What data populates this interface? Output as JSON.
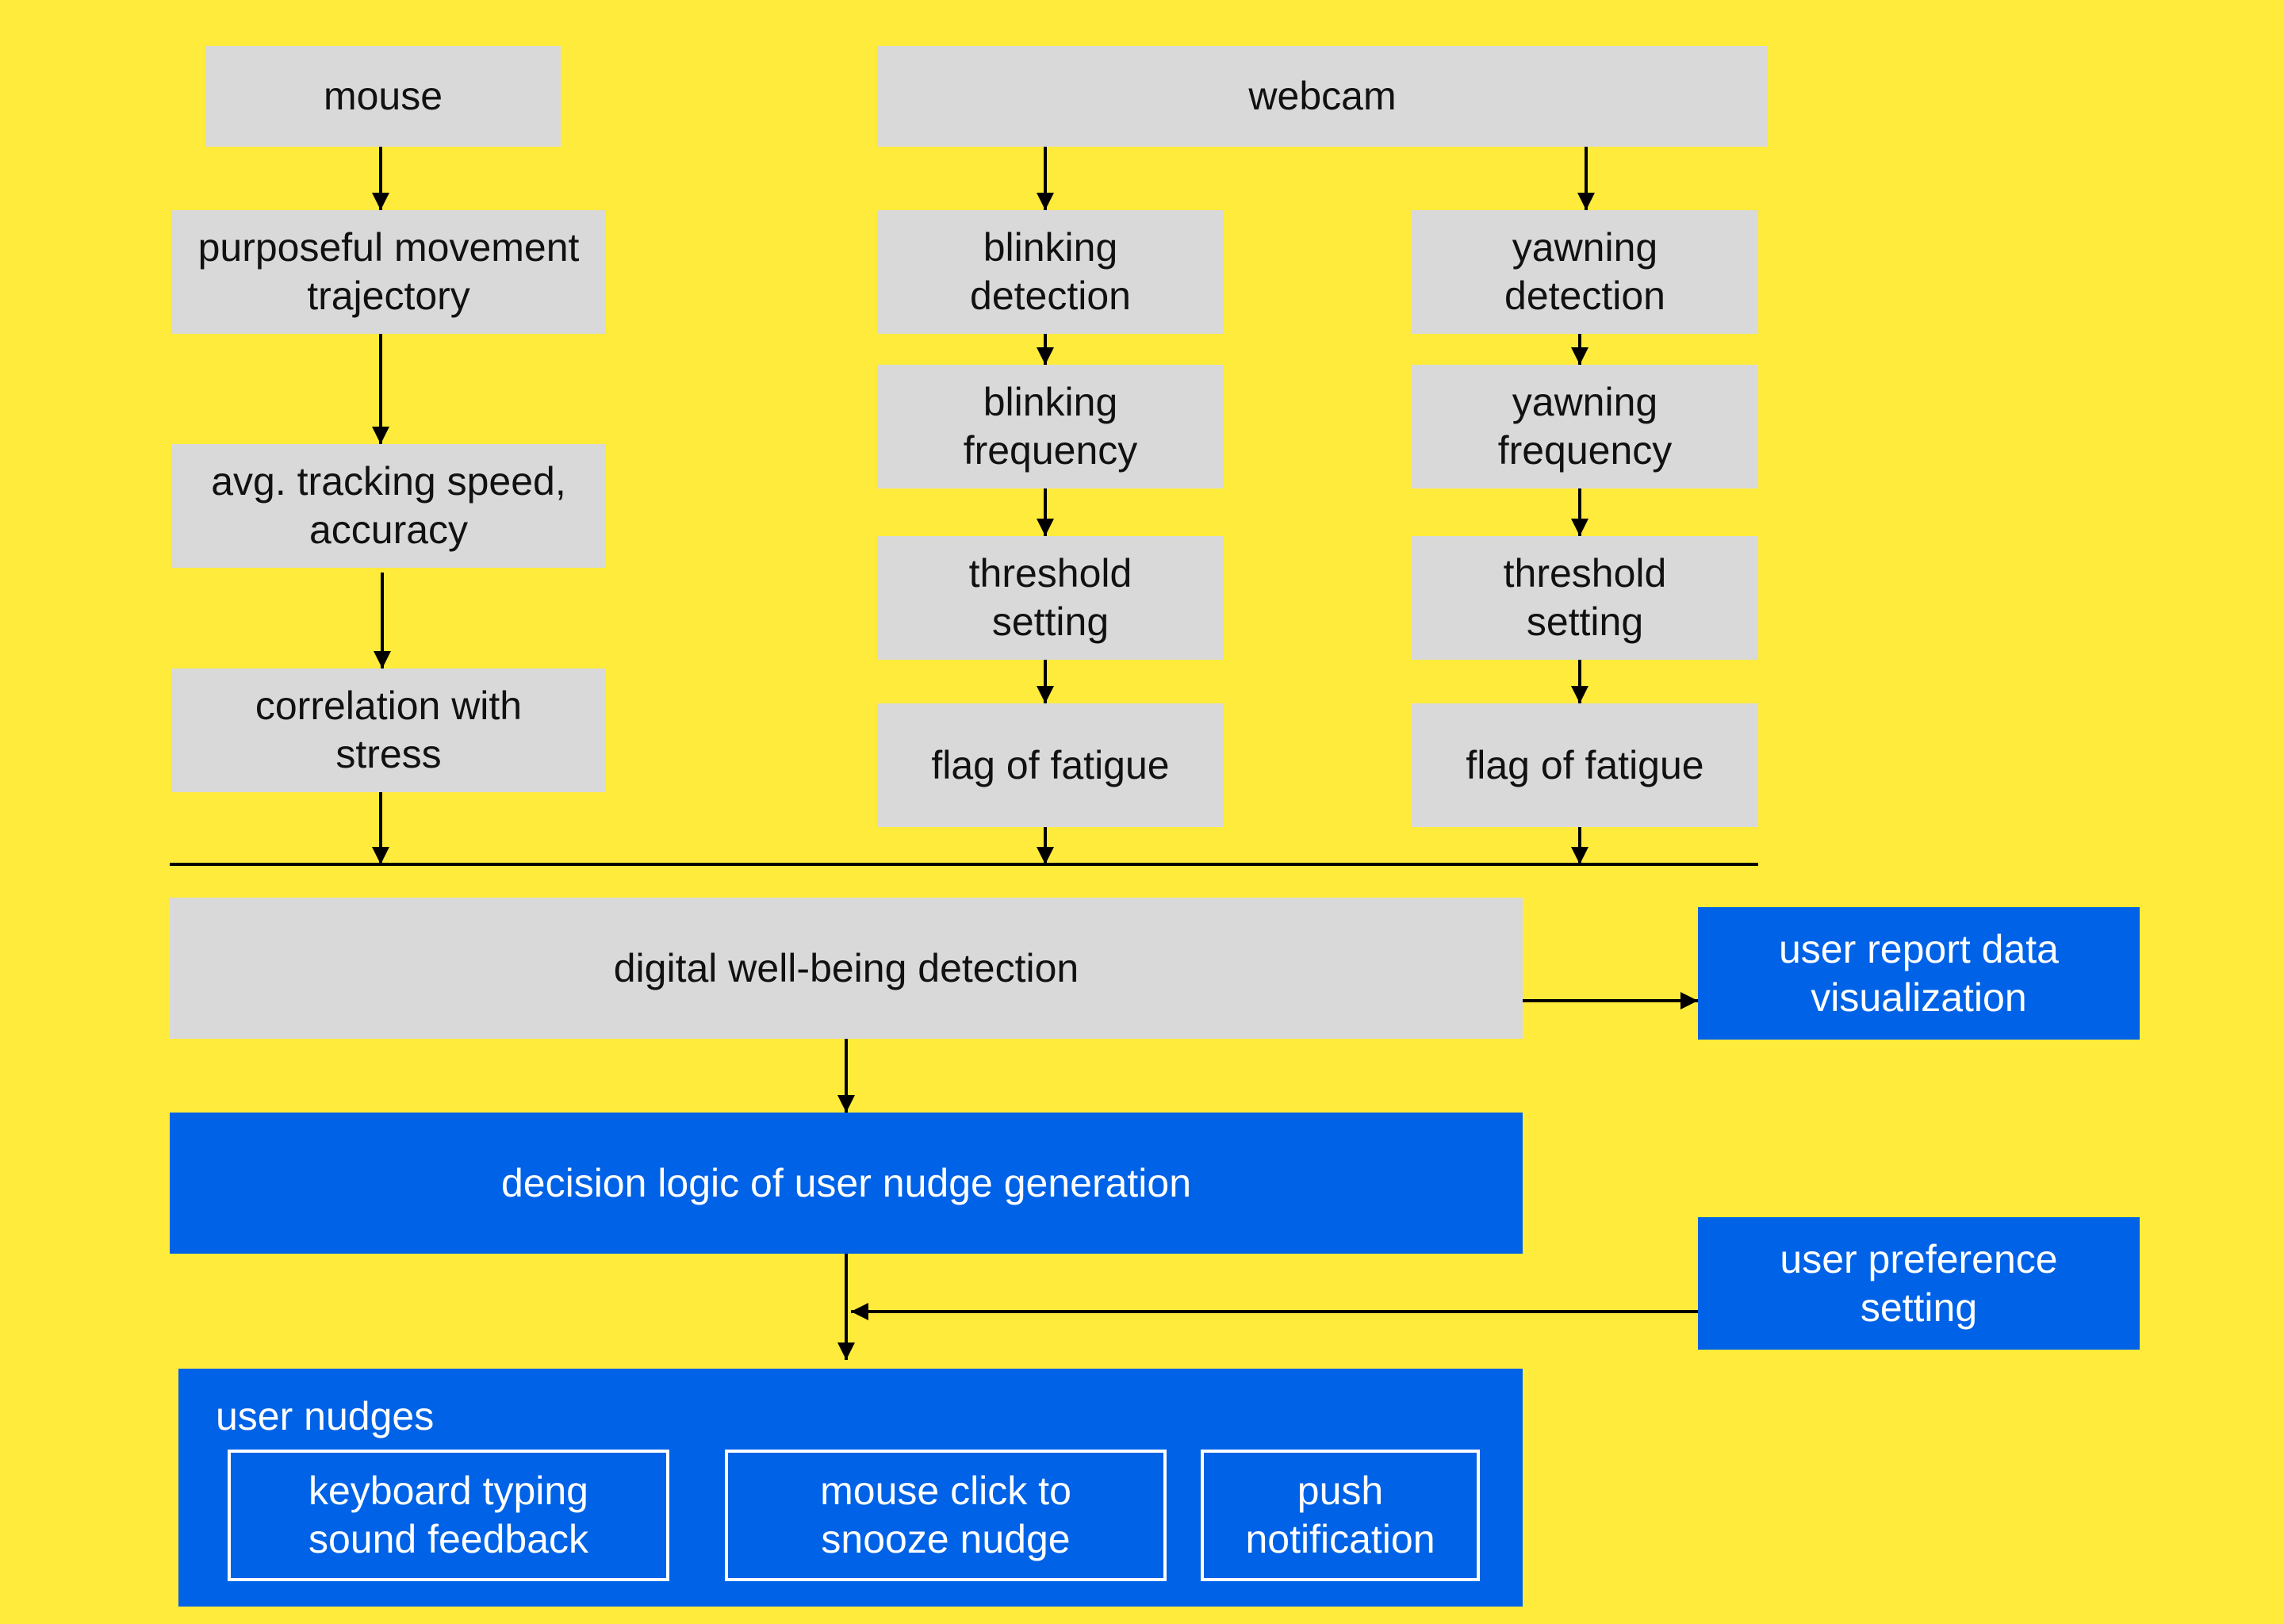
{
  "inputs": {
    "mouse": "mouse",
    "webcam": "webcam"
  },
  "mouse_branch": {
    "trajectory": "purposeful movement\ntrajectory",
    "speed": "avg. tracking speed,\naccuracy",
    "correlation": "correlation with\nstress"
  },
  "blink_branch": {
    "detection": "blinking\ndetection",
    "frequency": "blinking\nfrequency",
    "threshold": "threshold\nsetting",
    "flag": "flag of fatigue"
  },
  "yawn_branch": {
    "detection": "yawning\ndetection",
    "frequency": "yawning\nfrequency",
    "threshold": "threshold\nsetting",
    "flag": "flag of fatigue"
  },
  "wellbeing": "digital well-being detection",
  "report": "user report data\nvisualization",
  "decision": "decision logic of user nudge generation",
  "preference": "user preference\nsetting",
  "nudges": {
    "title": "user nudges",
    "items": [
      "keyboard typing\nsound feedback",
      "mouse click to\nsnooze nudge",
      "push\nnotification"
    ]
  },
  "colors": {
    "background": "#FFEB3B",
    "node_gray": "#D9D9D9",
    "node_blue": "#0062E6",
    "line": "#000000"
  }
}
